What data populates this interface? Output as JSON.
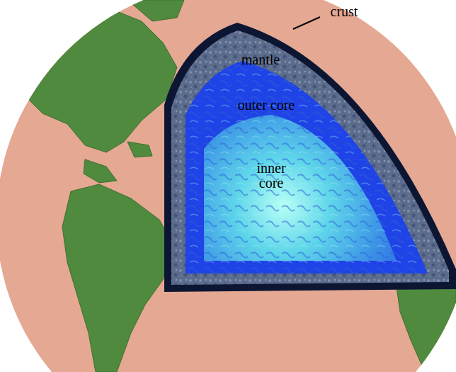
{
  "diagram": {
    "labels": [
      "crust",
      "mantle",
      "outer core",
      "inner core"
    ]
  }
}
